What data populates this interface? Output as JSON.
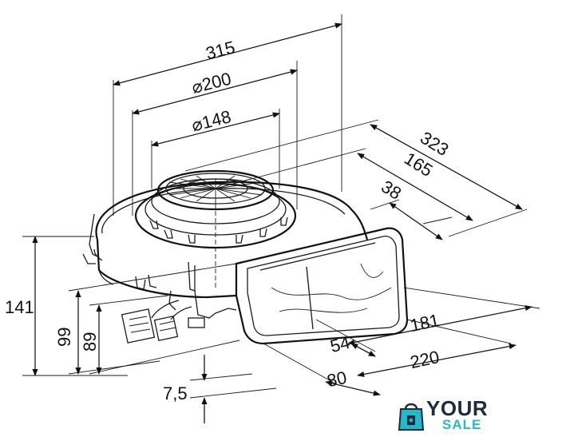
{
  "dimensions": {
    "d315": "315",
    "d200": "⌀200",
    "d148": "⌀148",
    "d323": "323",
    "d165": "165",
    "d38": "38",
    "d141": "141",
    "d99": "99",
    "d89": "89",
    "d7_5": "7,5",
    "d54": "54",
    "d181": "181",
    "d220": "220",
    "d80": "80"
  },
  "logo": {
    "line1": "YOUR",
    "line2": "SALE",
    "colors": {
      "dark": "#1d2b3f",
      "accent": "#27b7c8"
    }
  }
}
